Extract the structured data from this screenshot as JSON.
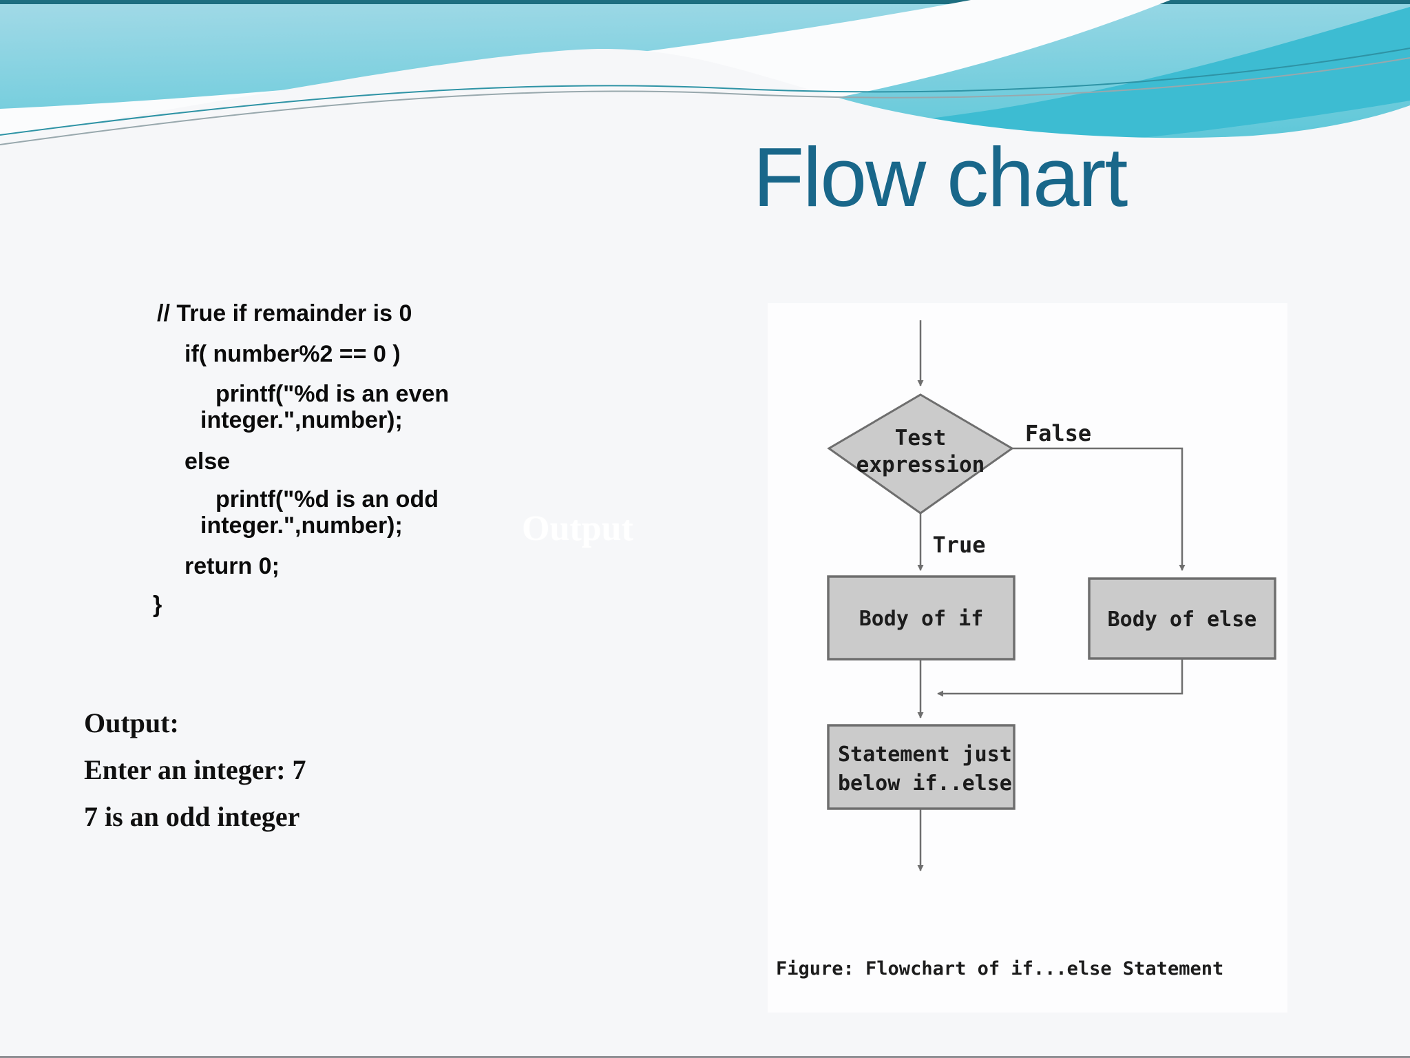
{
  "title": "Flow chart",
  "code_lines": [
    "// True if remainder is 0",
    "if( number%2 == 0 )",
    "printf(\"%d is an even",
    "integer.\",number);",
    "else",
    "printf(\"%d is an odd",
    "integer.\",number);",
    "return 0;",
    "}"
  ],
  "output_block": {
    "heading": "Output:",
    "line1": "Enter an integer: 7",
    "line2": "7 is an odd integer"
  },
  "ghost_watermark": "Output",
  "flowchart": {
    "decision": {
      "line1": "Test",
      "line2": "expression"
    },
    "branch_false": "False",
    "branch_true": "True",
    "body_if": "Body of if",
    "body_else": "Body of else",
    "statement": {
      "line1": "Statement just",
      "line2": "below if..else"
    },
    "caption": "Figure: Flowchart of if...else Statement"
  },
  "colors": {
    "title": "#19678a",
    "node_fill": "#cbcbcb",
    "node_border": "#6e6e6e",
    "connector": "#6e6e6e",
    "header_dark_strip": "#1d6e80",
    "header_cyan_light": "#a3dae7",
    "header_cyan_deep": "#4ec3d5",
    "header_swoosh": "#3dbcd2"
  }
}
